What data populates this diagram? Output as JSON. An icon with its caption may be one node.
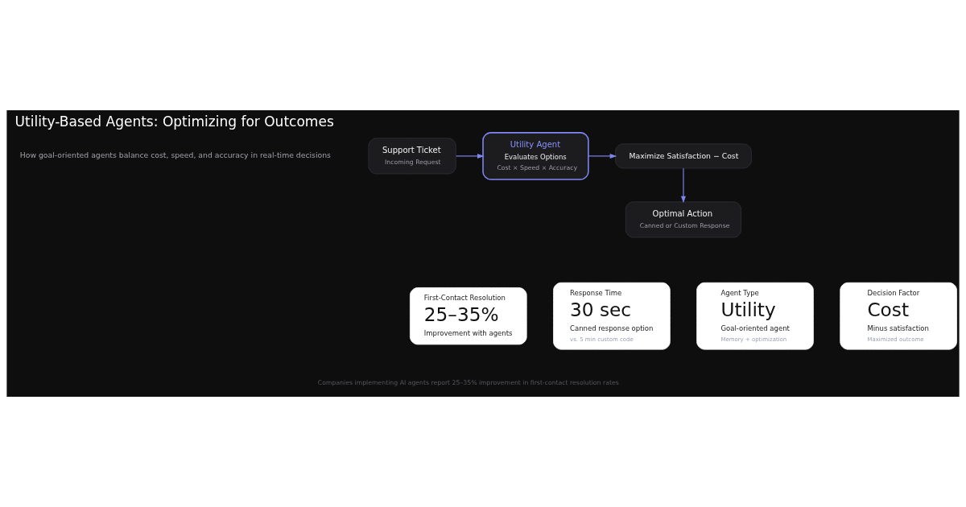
{
  "diagram": {
    "title": "Utility-Based Agents: Optimizing for Outcomes",
    "nodes": [
      {
        "text": [
          "Support Ticket",
          "Incoming Request"
        ]
      },
      {
        "text": [
          "Utility Agent",
          "Evaluates Options",
          "Cost × Speed × Accuracy"
        ]
      },
      {
        "text": [
          "Maximize Satisfaction − Cost"
        ]
      },
      {
        "text": [
          "Optimal Action",
          "Canned or Custom Response"
        ]
      },
      {
        "text": [
          "First-Contact Resolution",
          "25–35%",
          "Improvement with agents"
        ]
      },
      {
        "text": [
          "Response Time",
          "30 sec",
          "Canned response option",
          "vs. 5 min custom code"
        ]
      },
      {
        "text": [
          "Agent Type",
          "Utility",
          "Goal-oriented agent",
          "Memory + optimization"
        ]
      },
      {
        "text": [
          "Decision Factor",
          "Cost",
          "Minus satisfaction",
          "Maximized outcome"
        ]
      }
    ],
    "edges": [
      {
        "from": 0,
        "to": 1,
        "arrow": "to"
      },
      {
        "from": 1,
        "to": 2,
        "arrow": "to"
      },
      {
        "from": 2,
        "to": 3,
        "arrow": "to"
      }
    ],
    "labels": [
      "How goal-oriented agents balance cost, speed, and accuracy in real-time decisions",
      "Companies implementing AI agents report 25–35% improvement in first-contact resolution rates"
    ]
  }
}
